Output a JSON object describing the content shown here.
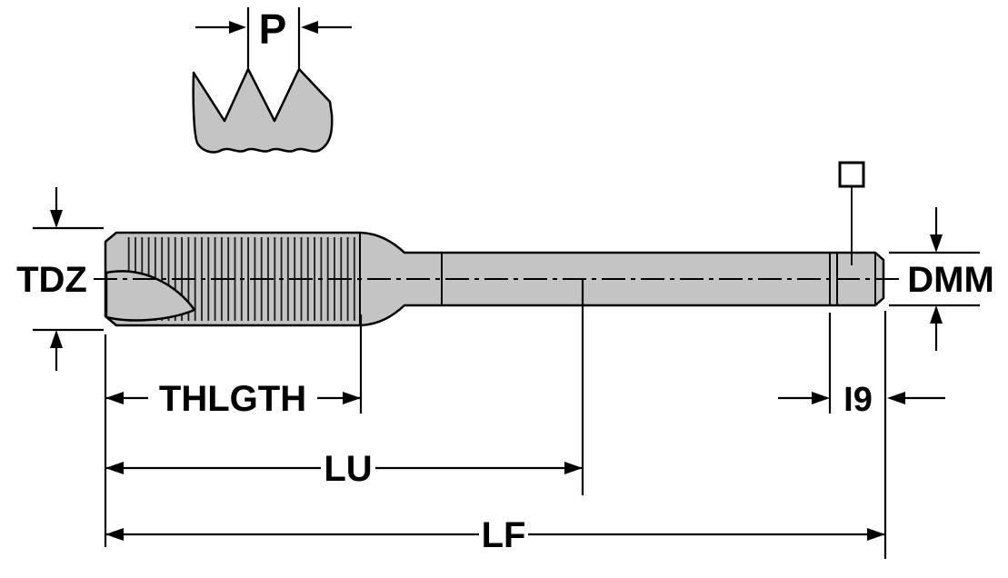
{
  "diagram": {
    "labels": {
      "pitch": "P",
      "thread_size": "TDZ",
      "shank_diameter": "DMM",
      "thread_length": "THLGTH",
      "usable_length": "LU",
      "functional_length": "LF",
      "square_length": "I9"
    },
    "colors": {
      "background": "#ffffff",
      "part_fill": "#c4c4c4",
      "line": "#000000"
    }
  }
}
